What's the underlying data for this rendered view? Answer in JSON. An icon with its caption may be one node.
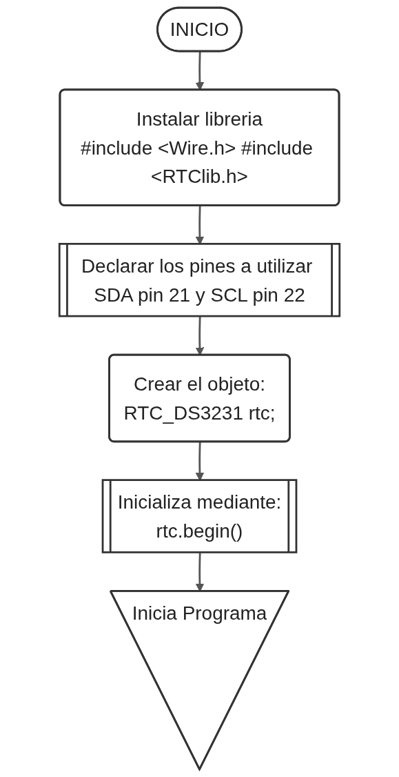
{
  "diagram": {
    "nodes": [
      {
        "text": [
          "INICIO"
        ]
      },
      {
        "text": [
          "Instalar libreria",
          "#include <Wire.h> #include <RTClib.h>"
        ]
      },
      {
        "text": [
          "Declarar los pines a utilizar SDA pin 21 y SCL pin 22"
        ]
      },
      {
        "text": [
          "Crear el objeto:",
          "RTC_DS3231 rtc;"
        ]
      },
      {
        "text": [
          "Inicializa mediante:",
          "rtc.begin()"
        ]
      },
      {
        "text": [
          "Inicia Programa"
        ]
      }
    ],
    "edges": [
      {
        "from": 0,
        "to": 1,
        "arrow": "to"
      },
      {
        "from": 1,
        "to": 2,
        "arrow": "to"
      },
      {
        "from": 2,
        "to": 3,
        "arrow": "to"
      },
      {
        "from": 3,
        "to": 4,
        "arrow": "to"
      },
      {
        "from": 4,
        "to": 5,
        "arrow": "to"
      }
    ]
  }
}
